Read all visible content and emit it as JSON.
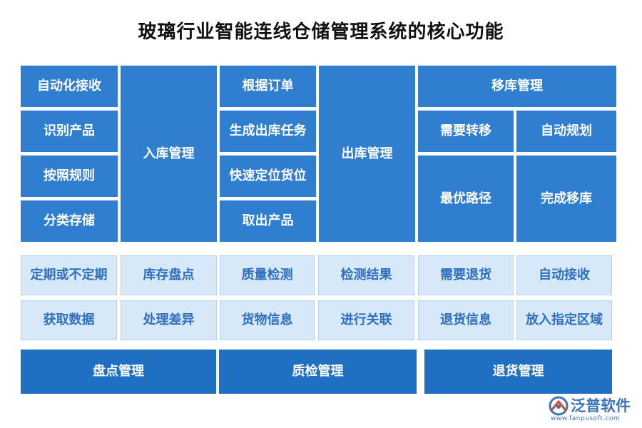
{
  "title": "玻璃行业智能连线仓储管理系统的核心功能",
  "inbound": {
    "group": "入库管理",
    "steps": [
      "自动化接收",
      "识别产品",
      "按照规则",
      "分类存储"
    ]
  },
  "outbound": {
    "group": "出库管理",
    "steps": [
      "根据订单",
      "生成出库任务",
      "快速定位货位",
      "取出产品"
    ]
  },
  "transfer": {
    "group": "移库管理",
    "steps": [
      "需要转移",
      "自动规划",
      "最优路径",
      "完成移库"
    ]
  },
  "inventory": {
    "group": "盘点管理",
    "steps": [
      "定期或不定期",
      "库存盘点",
      "获取数据",
      "处理差异"
    ]
  },
  "quality": {
    "group": "质检管理",
    "steps": [
      "质量检测",
      "检测结果",
      "货物信息",
      "进行关联"
    ]
  },
  "returns": {
    "group": "退货管理",
    "steps": [
      "需要退货",
      "自动接收",
      "退货信息",
      "放入指定区域"
    ]
  },
  "logo": {
    "name": "泛普软件",
    "url": "www.fanpusoft.com"
  },
  "colors": {
    "blue": "#2f7ed0",
    "dark_blue": "#1f6fc2",
    "light_blue": "#d7e8f8",
    "light_text": "#2f6fbf"
  }
}
